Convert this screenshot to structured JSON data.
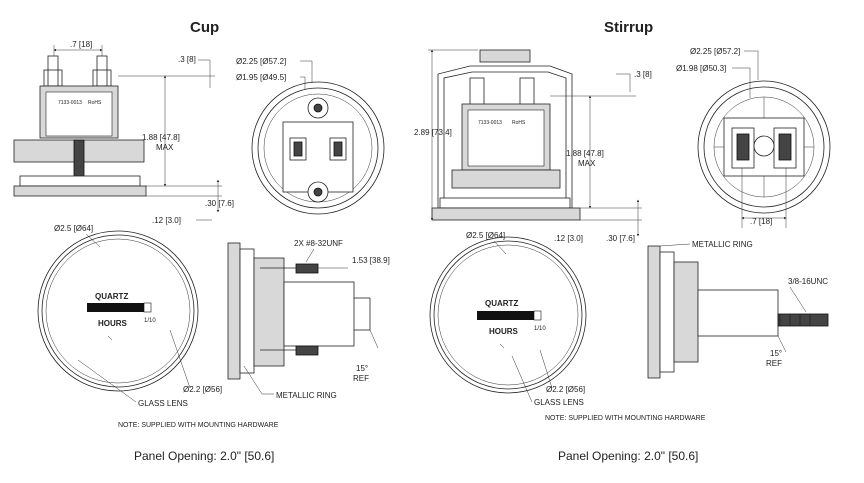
{
  "cup": {
    "title": "Cup",
    "side_top": {
      "dim_terminal": ".7 [18]",
      "dim_top": ".3 [8]",
      "dim_height_1": "1.88 [47.8]",
      "dim_height_2": "MAX",
      "dim_flange": ".30 [7.6]",
      "dim_base": ".12 [3.0]",
      "label_line1": "7133-0013",
      "label_line2": "RoHS"
    },
    "rear": {
      "dia_outer": "Ø2.25 [Ø57.2]",
      "dia_inner": "Ø1.95 [Ø49.5]"
    },
    "front": {
      "dia_top": "Ø2.5 [Ø64]",
      "brand": "QUARTZ",
      "hours": "HOURS",
      "tenth": "1/10",
      "dia_bottom": "Ø2.2 [Ø56]",
      "glass_lens": "GLASS LENS"
    },
    "side": {
      "studs": "2X #8-32UNF",
      "depth": "1.53 [38.9]",
      "angle_1": "15°",
      "angle_2": "REF",
      "metallic_ring": "METALLIC RING"
    },
    "note": "NOTE:  SUPPLIED WITH MOUNTING HARDWARE",
    "panel_opening": "Panel Opening: 2.0\" [50.6]"
  },
  "stirrup": {
    "title": "Stirrup",
    "side_top": {
      "dim_overall": "2.89 [73.4]",
      "dim_top": ".3 [8]",
      "dim_height_1": "1.88 [47.8]",
      "dim_height_2": "MAX",
      "dim_base": ".12 [3.0]",
      "dim_flange": ".30 [7.6]",
      "label_line1": "7133-0013",
      "label_line2": "RoHS"
    },
    "rear": {
      "dia_outer": "Ø2.25 [Ø57.2]",
      "dia_inner": "Ø1.98 [Ø50.3]",
      "dim_terminal": ".7 [18]"
    },
    "front": {
      "dia_top": "Ø2.5 [Ø64]",
      "brand": "QUARTZ",
      "hours": "HOURS",
      "tenth": "1/10",
      "dia_bottom": "Ø2.2 [Ø56]",
      "glass_lens": "GLASS LENS"
    },
    "side": {
      "metallic_ring": "METALLIC RING",
      "thread": "3/8-16UNC",
      "angle_1": "15°",
      "angle_2": "REF"
    },
    "note": "NOTE:  SUPPLIED WITH MOUNTING HARDWARE",
    "panel_opening": "Panel Opening: 2.0\" [50.6]"
  }
}
